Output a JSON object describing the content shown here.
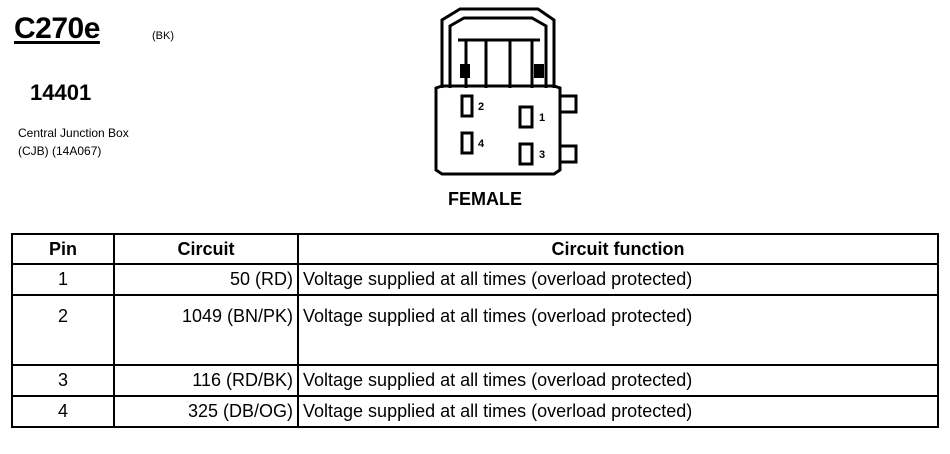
{
  "header": {
    "connector_id": "C270e",
    "connector_color": "(BK)",
    "part_number": "14401",
    "description_line1": "Central Junction Box",
    "description_line2": "(CJB) (14A067)"
  },
  "diagram": {
    "gender": "FEMALE",
    "cavity_labels": [
      "1",
      "2",
      "3",
      "4"
    ]
  },
  "table": {
    "headers": {
      "pin": "Pin",
      "circuit": "Circuit",
      "function": "Circuit function"
    },
    "rows": [
      {
        "pin": "1",
        "circuit": "50 (RD)",
        "function": "Voltage supplied at all times (overload protected)"
      },
      {
        "pin": "2",
        "circuit": "1049 (BN/PK)",
        "function": "Voltage supplied at all times (overload protected)"
      },
      {
        "pin": "3",
        "circuit": "116 (RD/BK)",
        "function": "Voltage supplied at all times (overload protected)"
      },
      {
        "pin": "4",
        "circuit": "325 (DB/OG)",
        "function": "Voltage supplied at all times (overload protected)"
      }
    ]
  }
}
